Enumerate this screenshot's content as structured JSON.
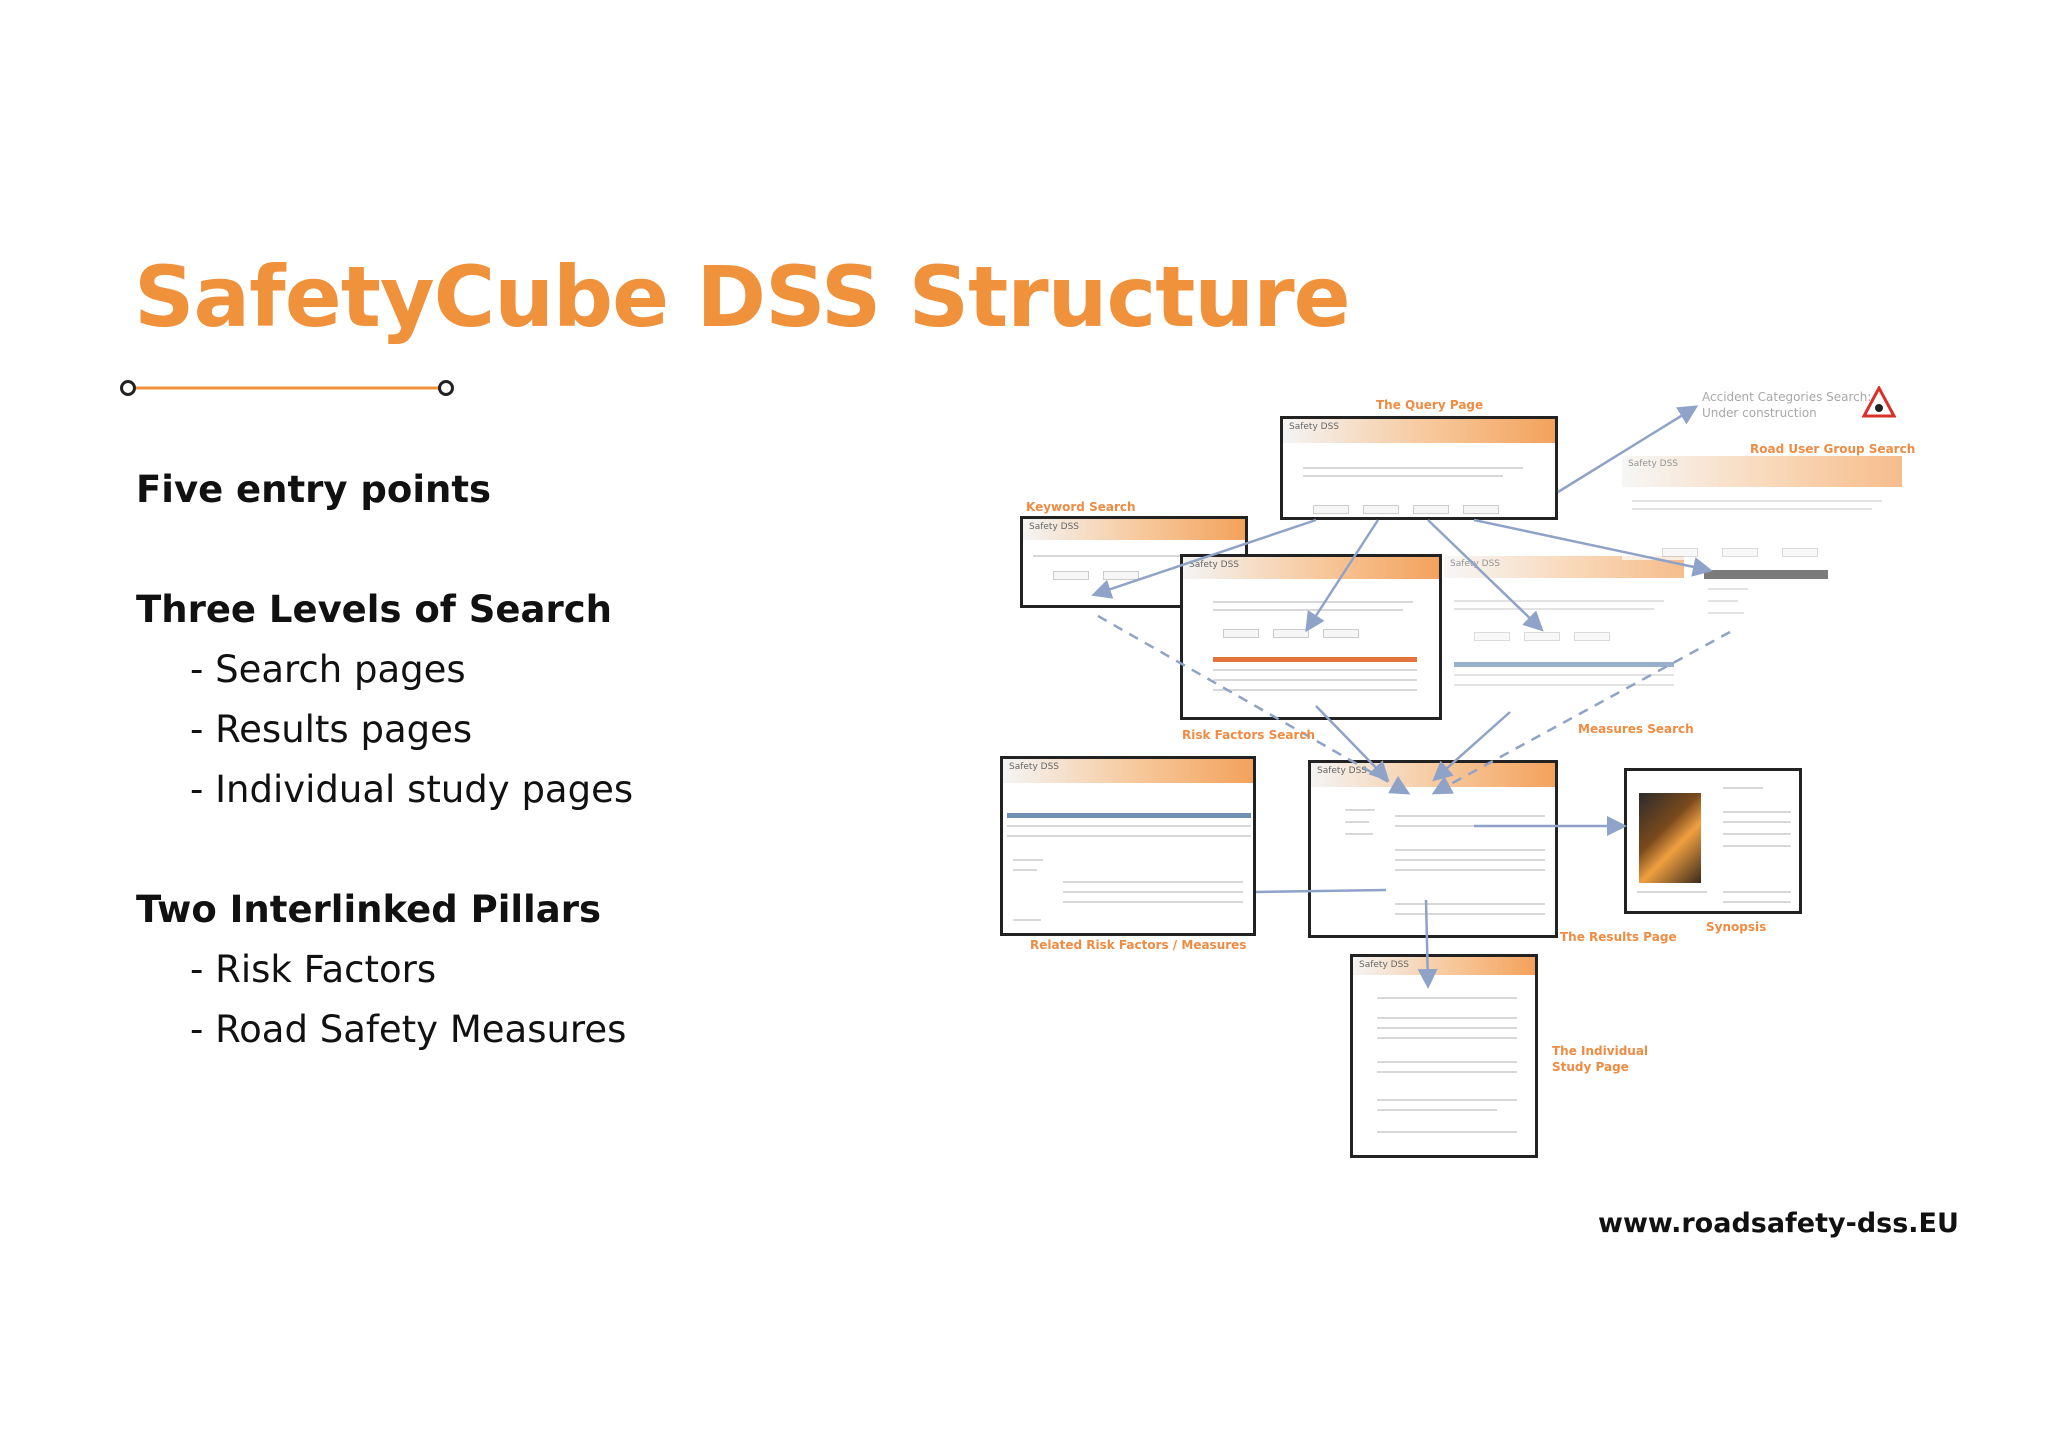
{
  "title": "SafetyCube DSS Structure",
  "sections": [
    {
      "heading": "Five entry points",
      "items": []
    },
    {
      "heading": "Three Levels of Search",
      "items": [
        "- Search pages",
        "- Results pages",
        "- Individual study pages"
      ]
    },
    {
      "heading": "Two Interlinked Pillars",
      "items": [
        "- Risk Factors",
        "- Road Safety Measures"
      ]
    }
  ],
  "footer_url": "www.roadsafety-dss.EU",
  "diagram": {
    "labels": {
      "query_page": "The Query Page",
      "accident_categories": "Accident Categories Search:",
      "under_construction": "Under construction",
      "road_user_group": "Road User Group Search",
      "keyword_search": "Keyword Search",
      "risk_factors_search": "Risk Factors Search",
      "measures_search": "Measures Search",
      "related": "Related Risk Factors / Measures",
      "results_page": "The Results Page",
      "synopsis": "Synopsis",
      "individual_study_1": "The Individual",
      "individual_study_2": "Study Page"
    },
    "logo_text": "Safety DSS",
    "colors": {
      "accent": "#f0913c",
      "arrow": "#8fa3c8",
      "frame": "#222222"
    }
  }
}
